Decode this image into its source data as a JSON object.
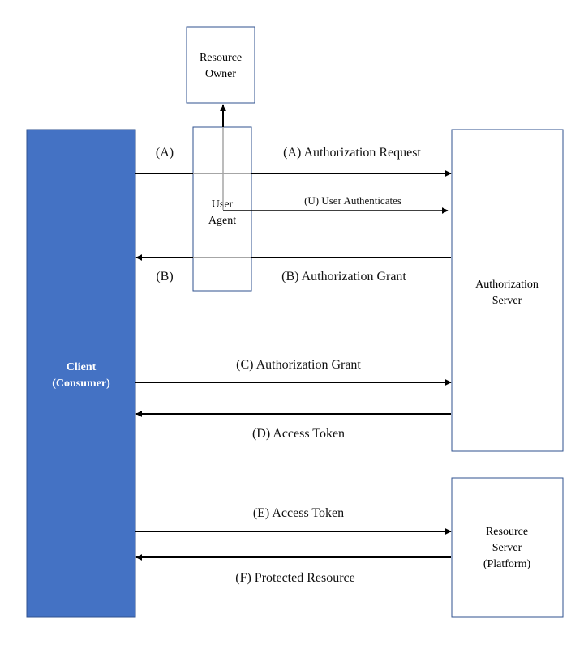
{
  "boxes": {
    "resource_owner": [
      "Resource",
      "Owner"
    ],
    "user_agent": [
      "User",
      "Agent"
    ],
    "authorization_server": [
      "Authorization",
      "Server"
    ],
    "client": [
      "Client",
      "(Consumer)"
    ],
    "resource_server": [
      "Resource",
      "Server",
      "(Platform)"
    ]
  },
  "flows": {
    "a_left": "(A)",
    "a_right": "(A) Authorization Request",
    "u": "(U) User Authenticates",
    "b_left": "(B)",
    "b_right": "(B) Authorization Grant",
    "c": "(C) Authorization Grant",
    "d": "(D) Access Token",
    "e": "(E) Access Token",
    "f": "(F) Protected Resource"
  },
  "colors": {
    "client_fill": "#4472C4",
    "box_border": "#2F528F",
    "arrow": "#000000",
    "through_agent": "#A6A6A6"
  }
}
